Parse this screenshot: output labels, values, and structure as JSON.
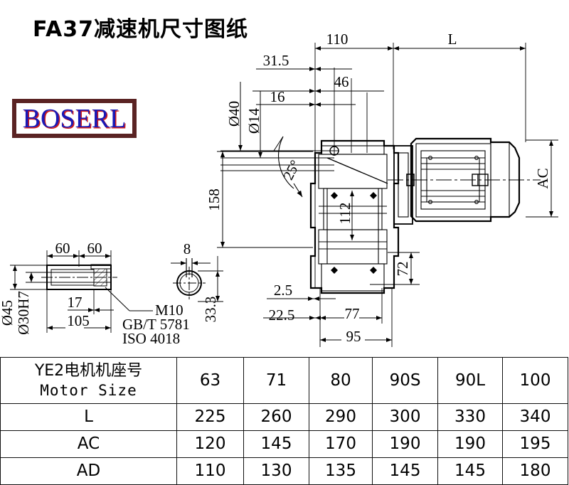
{
  "page": {
    "title": "FA37减速机尺寸图纸",
    "logo_text": "BOSERL",
    "logo_border_color": "#5a2323",
    "logo_text_color": "#1a19b5",
    "logo_shadow_color": "#d11b1b"
  },
  "drawing": {
    "main_view_dimensions": {
      "d110": "110",
      "d31_5": "31.5",
      "d46": "46",
      "d16": "16",
      "dia40": "Ø40",
      "dia14": "Ø14",
      "d158": "158",
      "angle25": "25°",
      "d112": "112",
      "d72": "72",
      "d2_5": "2.5",
      "d22_5": "22.5",
      "d77": "77",
      "d95": "95",
      "label_L": "L",
      "label_AC": "AC"
    },
    "shaft_detail": {
      "d60_a": "60",
      "d60_b": "60",
      "dia45": "Ø45",
      "dia30h7": "Ø30H7",
      "d17": "17",
      "d105": "105",
      "note_line1": "M10",
      "note_line2": "GB/T 5781",
      "note_line3": "ISO 4018"
    },
    "key_detail": {
      "d8": "8",
      "d33_3": "33.3"
    }
  },
  "table": {
    "header_label_cn": "YE2电机机座号",
    "header_label_en": "Motor Size",
    "sizes": [
      "63",
      "71",
      "80",
      "90S",
      "90L",
      "100"
    ],
    "rows": [
      {
        "label": "L",
        "values": [
          "225",
          "260",
          "290",
          "300",
          "330",
          "340"
        ]
      },
      {
        "label": "AC",
        "values": [
          "120",
          "145",
          "170",
          "190",
          "190",
          "195"
        ]
      },
      {
        "label": "AD",
        "values": [
          "110",
          "130",
          "135",
          "145",
          "145",
          "180"
        ]
      }
    ]
  }
}
